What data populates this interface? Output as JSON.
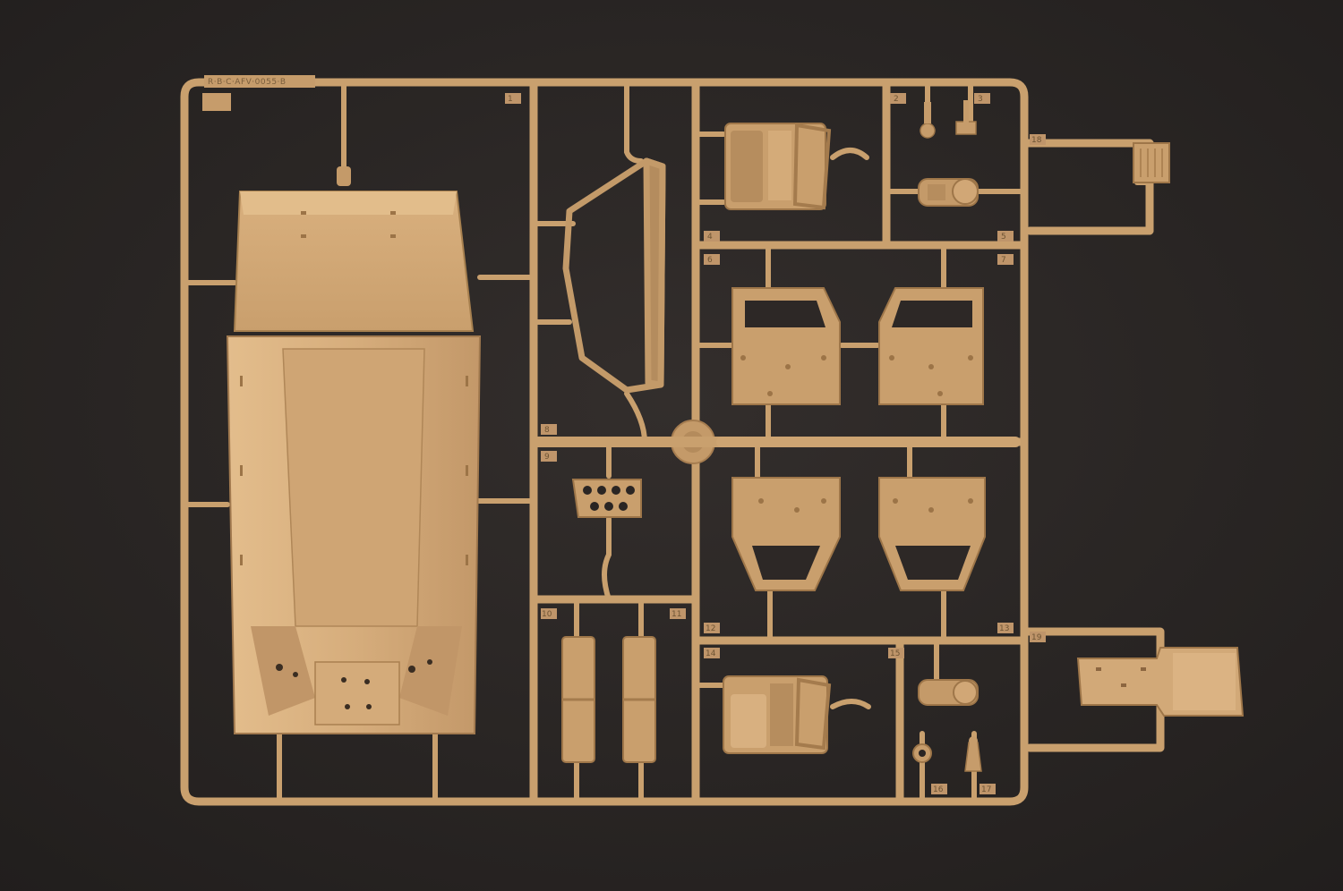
{
  "photo": {
    "subject": "model kit sprue",
    "background_color": "#2a2625",
    "plastic_color": "#c9a06e",
    "plastic_shadow": "#a27a4f",
    "plastic_light": "#deb987"
  },
  "sprue": {
    "molded_text": "R·B·C·AFV·0055·B",
    "part_numbers": [
      "1",
      "2",
      "3",
      "4",
      "5",
      "6",
      "7",
      "8",
      "9",
      "10",
      "11",
      "12",
      "13",
      "14",
      "15",
      "16",
      "17",
      "18",
      "19"
    ]
  }
}
